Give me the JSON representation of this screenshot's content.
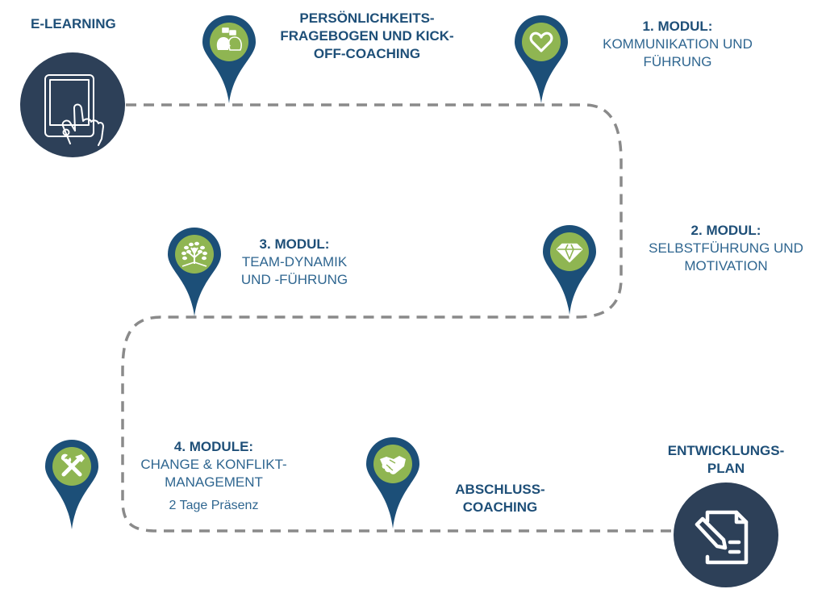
{
  "colors": {
    "pin": "#1c4f78",
    "pin_inner": "#8fb552",
    "circle": "#2d4058",
    "path": "#8a8a8a",
    "title_text": "#1e4f78",
    "body_text": "#2f6690"
  },
  "start": {
    "title": "E-LEARNING",
    "icon": "tablet-touch-icon"
  },
  "end": {
    "title_line1": "ENTWICKLUNGS-",
    "title_line2": "PLAN",
    "icon": "document-edit-icon"
  },
  "steps": [
    {
      "icon": "people-conversation-icon",
      "title_line1": "PERSÖNLICHKEITS-",
      "title_line2": "FRAGEBOGEN UND KICK-",
      "title_line3": "OFF-COACHING"
    },
    {
      "icon": "heart-icon",
      "title": "1. MODUL:",
      "sub_line1": "KOMMUNIKATION UND",
      "sub_line2": "FÜHRUNG"
    },
    {
      "icon": "diamond-icon",
      "title": "2. MODUL:",
      "sub_line1": "SELBSTFÜHRUNG UND",
      "sub_line2": "MOTIVATION"
    },
    {
      "icon": "tree-icon",
      "title": "3. MODUL:",
      "sub_line1": "TEAM-DYNAMIK",
      "sub_line2": "UND -FÜHRUNG"
    },
    {
      "icon": "tools-icon",
      "title": "4. MODULE:",
      "sub_line1": "CHANGE & KONFLIKT-",
      "sub_line2": "MANAGEMENT",
      "note": "2 Tage Präsenz"
    },
    {
      "icon": "handshake-icon",
      "title_line1": "ABSCHLUSS-",
      "title_line2": "COACHING"
    }
  ]
}
